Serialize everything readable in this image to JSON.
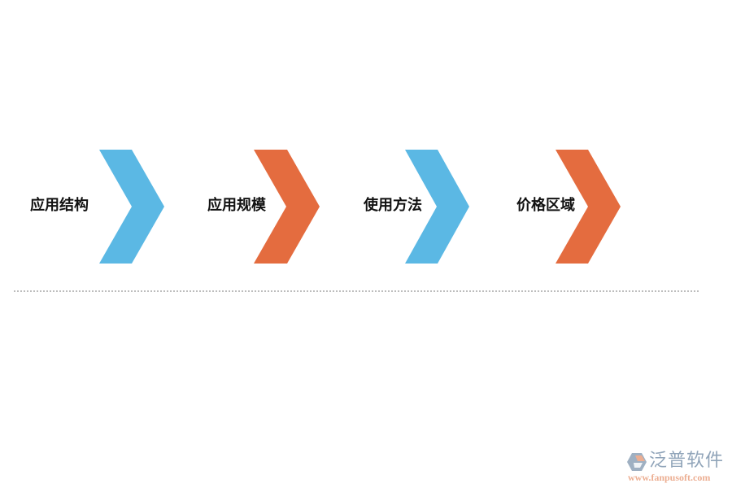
{
  "diagram": {
    "type": "process-chevron-flow",
    "steps": [
      {
        "label": "应用结构",
        "color": "#5BB8E4"
      },
      {
        "label": "应用规模",
        "color": "#E46C3F"
      },
      {
        "label": "使用方法",
        "color": "#5BB8E4"
      },
      {
        "label": "价格区域",
        "color": "#E46C3F"
      }
    ],
    "divider": {
      "style": "dotted",
      "color": "#BDBDBD"
    }
  },
  "watermark": {
    "brand": "泛普软件",
    "url": "www.fanpusoft.com",
    "logo_icon": "fanpu-logo-icon"
  }
}
